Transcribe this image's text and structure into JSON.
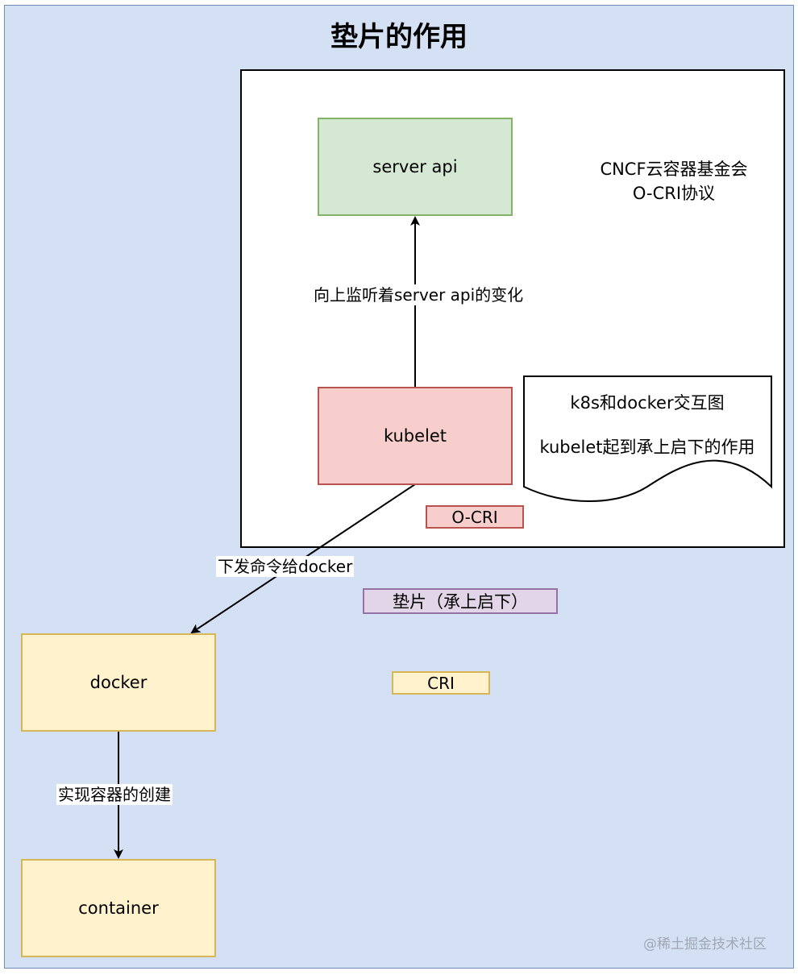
{
  "title": "垫片的作用",
  "panel": {
    "protocol_lines": [
      "CNCF云容器基金会",
      "O-CRI协议"
    ],
    "server_api": "server api",
    "kubelet": "kubelet",
    "o_cri_label": "O-CRI",
    "edge_up_label": "向上监听着server api的变化",
    "note": {
      "line1": "k8s和docker交互图",
      "line2": "kubelet起到承上启下的作用"
    }
  },
  "edge_to_docker_label": "下发命令给docker",
  "shim_label": "垫片（承上启下）",
  "cri_label": "CRI",
  "docker": "docker",
  "edge_create_label": "实现容器的创建",
  "container": "container",
  "watermark": "@稀土掘金技术社区",
  "colors": {
    "background": "#d4e1f5",
    "green_fill": "#d5e8d4",
    "red_fill": "#f8cecc",
    "yellow_fill": "#fff2cc",
    "purple_fill": "#e1d5e7"
  }
}
